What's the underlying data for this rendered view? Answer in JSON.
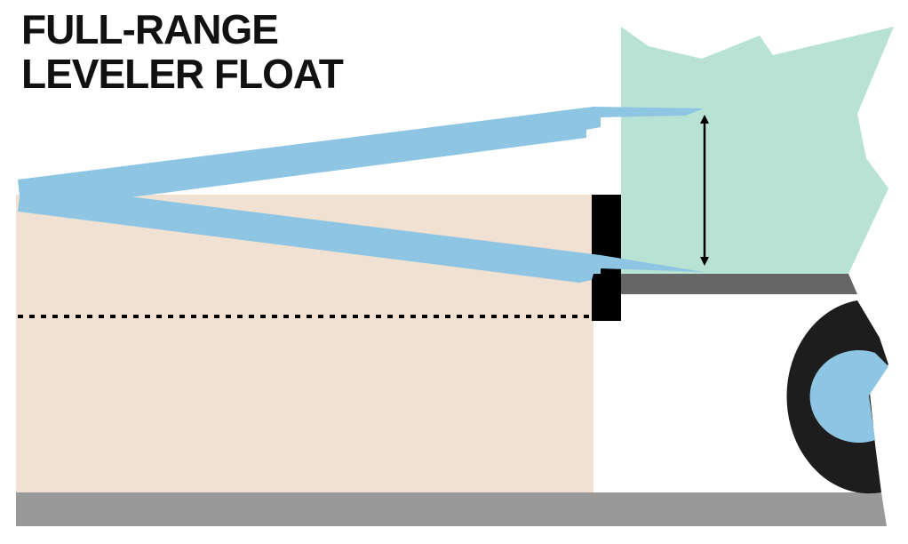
{
  "title": {
    "line1": "FULL-RANGE",
    "line2": "LEVELER FLOAT"
  },
  "colors": {
    "dock_floor": "#f0e1d3",
    "lip": "#8ec5e2",
    "trailer": "#b8e3d4",
    "trailer_bed": "#666666",
    "ground": "#999999",
    "bumper": "#000000",
    "tire": "#1d1d1d",
    "hub": "#8ec5e2",
    "arrow": "#000000",
    "dock_level_line": "#000000",
    "title_text": "#111111"
  },
  "icons": {
    "float_range": "double-headed-vertical-arrow",
    "dock_level": "dotted-horizontal-line"
  }
}
